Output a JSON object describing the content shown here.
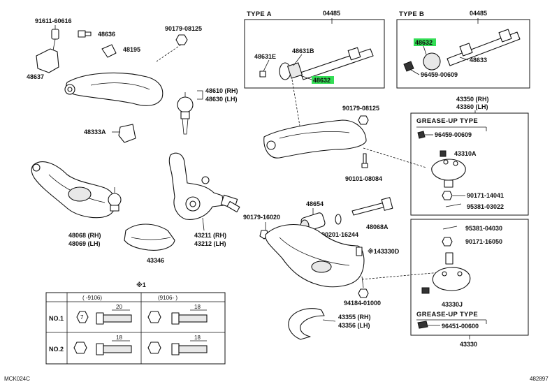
{
  "labels": {
    "p91611": "91611-60616",
    "p48636": "48636",
    "p90179a": "90179-08125",
    "p48195": "48195",
    "p48637": "48637",
    "p48610": "48610 (RH)",
    "p48630": "48630 (LH)",
    "p48333a": "48333A",
    "typeA": "TYPE A",
    "p04485a": "04485",
    "typeB": "TYPE B",
    "p04485b": "04485",
    "p48631e": "48631E",
    "p48631b": "48631B",
    "p48632a": "48632",
    "p48632b": "48632",
    "p48633": "48633",
    "p96459a": "96459-00609",
    "p90179b": "90179-08125",
    "p90101": "90101-08084",
    "p43350": "43350 (RH)",
    "p43360": "43360 (LH)",
    "greaseUp1": "GREASE-UP TYPE",
    "p96459b": "96459-00609",
    "p43310a": "43310A",
    "p90171a": "90171-14041",
    "p95381a": "95381-03022",
    "p48068rh": "48068 (RH)",
    "p48069lh": "48069 (LH)",
    "p43211": "43211 (RH)",
    "p43212": "43212 (LH)",
    "p43346": "43346",
    "p48654": "48654",
    "p90179c": "90179-16020",
    "p90201": "90201-16244",
    "p48068a": "48068A",
    "p43330d": "※143330D",
    "p94184": "94184-01000",
    "p43355": "43355 (RH)",
    "p43356": "43356 (LH)",
    "p95381b": "95381-04030",
    "p90171b": "90171-16050",
    "p43330j": "43330J",
    "greaseUp2": "GREASE-UP TYPE",
    "p96451": "96451-00600",
    "p43330": "43330",
    "footerLeft": "MCK024C",
    "footerRight": "482897"
  },
  "table": {
    "mark": "※1",
    "col1": "(      -9106)",
    "col2": "(9106-       )",
    "rows": [
      "NO.1",
      "NO.2"
    ],
    "dims": [
      "20",
      "18",
      "18",
      "18"
    ]
  },
  "colors": {
    "highlight": "#33dd55",
    "ink": "#111111"
  }
}
